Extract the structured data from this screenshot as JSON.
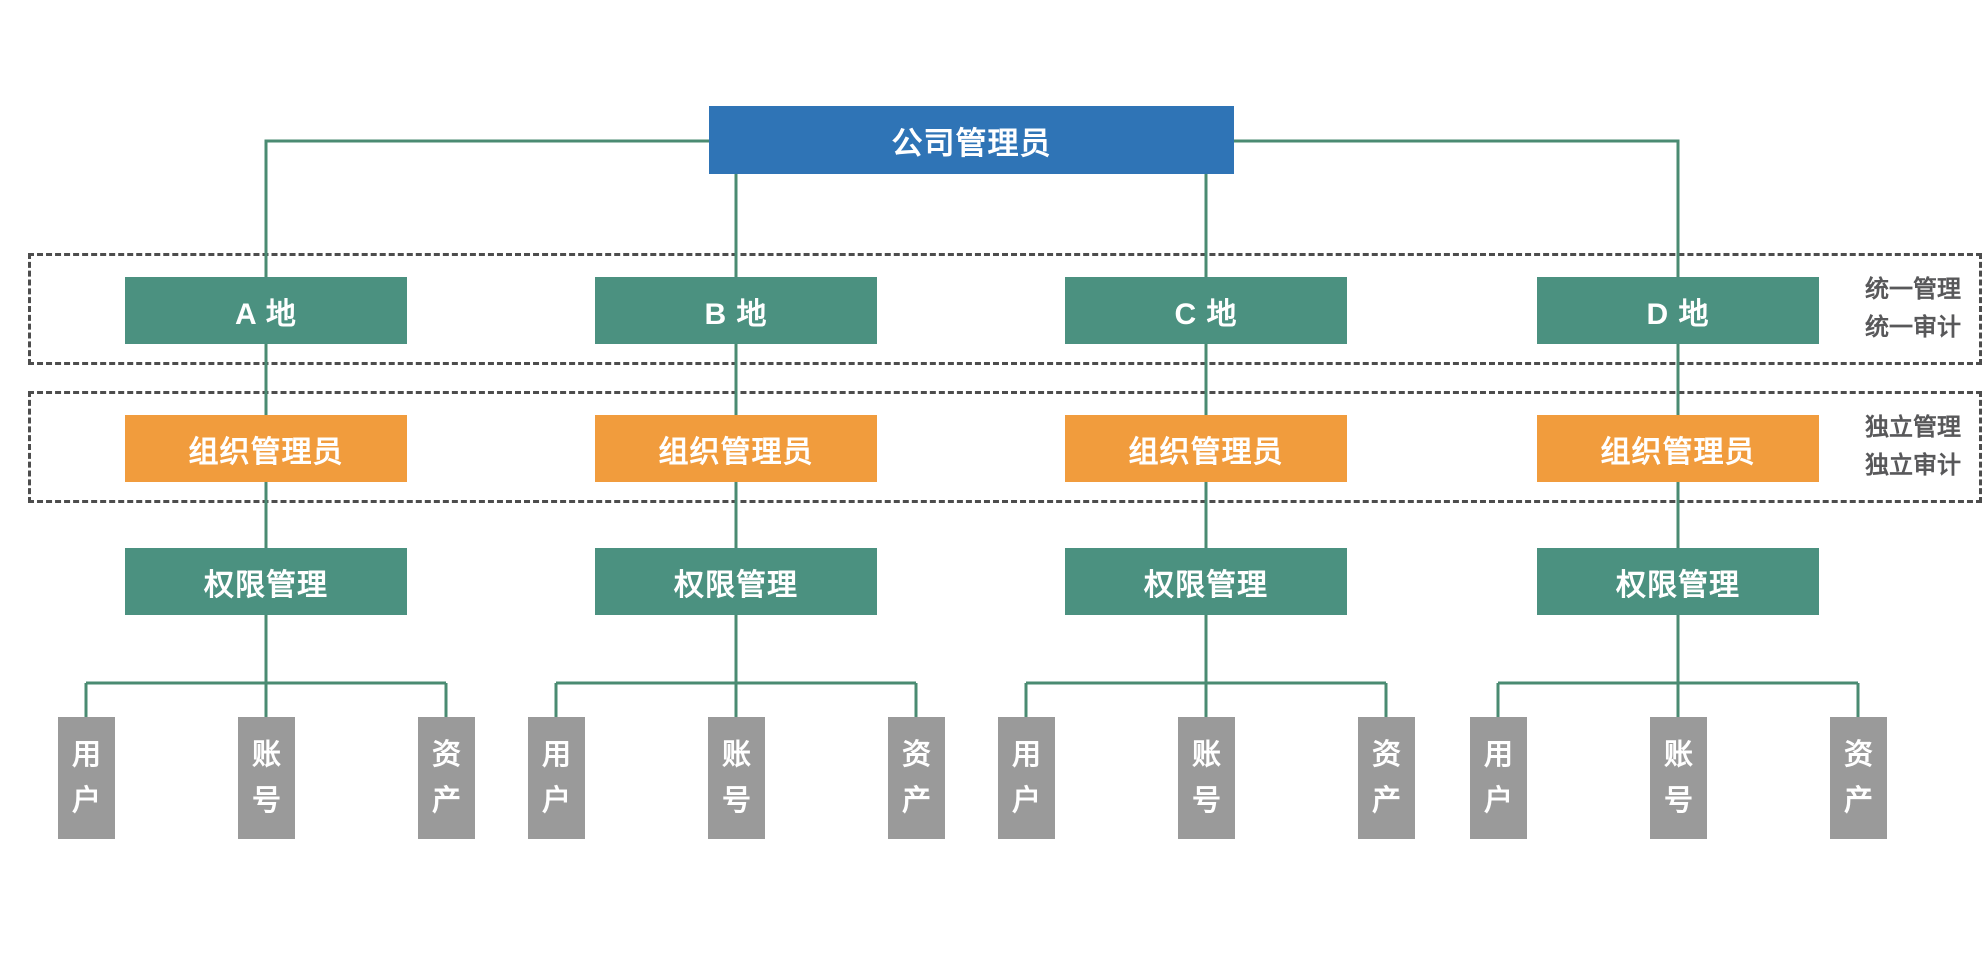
{
  "root": {
    "label": "公司管理员"
  },
  "zones": [
    {
      "lines": [
        "统一管理",
        "统一审计"
      ]
    },
    {
      "lines": [
        "独立管理",
        "独立审计"
      ]
    }
  ],
  "groups": [
    {
      "location": "A 地",
      "org_admin": "组织管理员",
      "permission": "权限管理",
      "leaves": [
        "用户",
        "账号",
        "资产"
      ]
    },
    {
      "location": "B 地",
      "org_admin": "组织管理员",
      "permission": "权限管理",
      "leaves": [
        "用户",
        "账号",
        "资产"
      ]
    },
    {
      "location": "C 地",
      "org_admin": "组织管理员",
      "permission": "权限管理",
      "leaves": [
        "用户",
        "账号",
        "资产"
      ]
    },
    {
      "location": "D 地",
      "org_admin": "组织管理员",
      "permission": "权限管理",
      "leaves": [
        "用户",
        "账号",
        "资产"
      ]
    }
  ],
  "colors": {
    "blue": "#2F74B6",
    "teal": "#4B9180",
    "orange": "#F19C3D",
    "gray": "#9A9A9A",
    "line": "#4A8B72",
    "dash": "#4D4D4D",
    "zonetext": "#58585A"
  }
}
